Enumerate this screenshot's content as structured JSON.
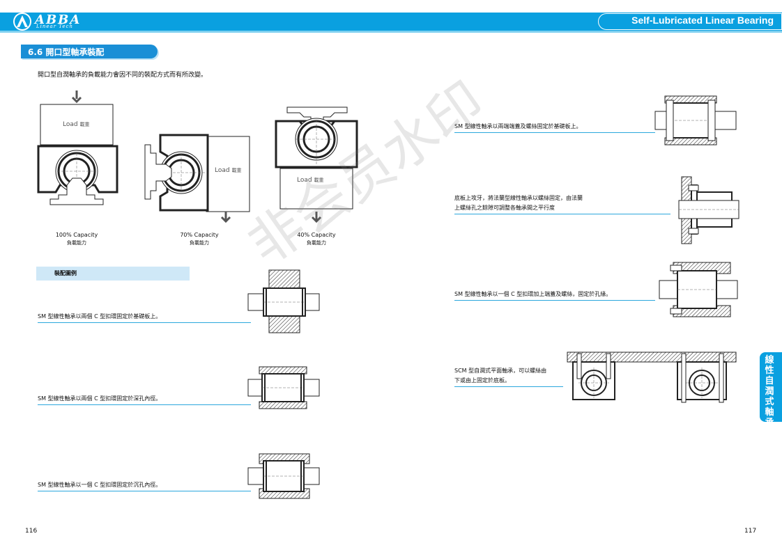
{
  "header": {
    "logo_name": "ABBA",
    "logo_sub": "Linear Tech",
    "title": "Self-Lubricated Linear Bearing",
    "bar_color": "#0aa0e0"
  },
  "section": {
    "title": "6.6 開口型軸承裝配",
    "intro": "開口型自潤軸承的負載能力會因不同的裝配方式而有所改變。"
  },
  "load_diagrams": [
    {
      "load": "Load",
      "load_cn": "載重",
      "capacity": "100% Capacity",
      "capacity_cn": "負載能力"
    },
    {
      "load": "Load",
      "load_cn": "載重",
      "capacity": "70% Capacity",
      "capacity_cn": "負載能力"
    },
    {
      "load": "Load",
      "load_cn": "載重",
      "capacity": "40% Capacity",
      "capacity_cn": "負載能力"
    }
  ],
  "examples": {
    "header": "裝配圖例",
    "left": [
      "SM 型線性軸承以兩個 C 型扣環固定於基礎板上。",
      "SM 型線性軸承以兩個 C 型扣環固定於深孔內徑。",
      "SM 型線性軸承以一個 C 型扣環固定於沉孔內徑。"
    ],
    "right": [
      {
        "line1": "SM 型線性軸承以兩端端蓋及螺絲固定於基礎板上。",
        "line2": ""
      },
      {
        "line1": "底板上攻牙，將法蘭型線性軸承以螺絲固定，由法蘭",
        "line2": "上螺絲孔之餘隙可調整各軸承間之平行度"
      },
      {
        "line1": "SM 型線性軸承以一個 C 型扣環加上端蓋及螺絲，固定於孔緣。",
        "line2": ""
      },
      {
        "line1": "SCM 型自潤式平面軸承，可以螺絲由",
        "line2": "下或由上固定於底板。"
      }
    ]
  },
  "side_tab": "線性自潤式軸承",
  "watermark": "非会员水印",
  "page_left": "116",
  "page_right": "117"
}
